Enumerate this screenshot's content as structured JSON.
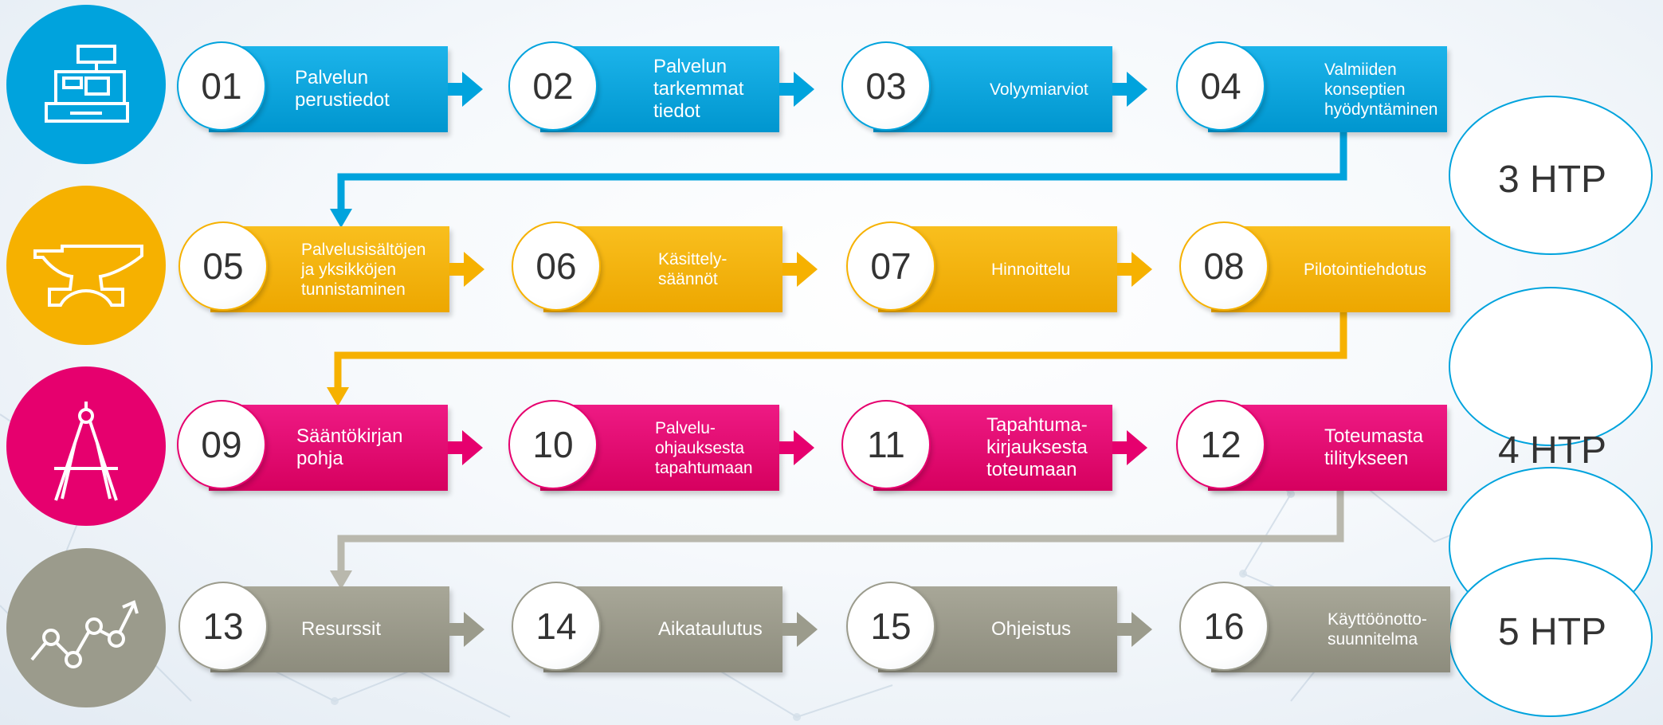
{
  "colors": {
    "blue": "#00a3dd",
    "yellow": "#f6b100",
    "magenta": "#e6006e",
    "grey": "#9b9b8c",
    "htp_border": "#00a3dd"
  },
  "stages": [
    {
      "icon": "cash-register-icon",
      "color": "#00a3dd"
    },
    {
      "icon": "anvil-icon",
      "color": "#f6b100"
    },
    {
      "icon": "compass-drawing-icon",
      "color": "#e6006e"
    },
    {
      "icon": "trend-chart-icon",
      "color": "#9b9b8c"
    }
  ],
  "rows": [
    {
      "color": "#00a3dd",
      "steps": [
        {
          "number": "01",
          "label": "Palvelun\nperustiedot"
        },
        {
          "number": "02",
          "label": "Palvelun\ntarkemmat\ntiedot"
        },
        {
          "number": "03",
          "label": "Volyymiarviot"
        },
        {
          "number": "04",
          "label": "Valmiiden\nkonseptien\nhyödyntäminen"
        }
      ]
    },
    {
      "color": "#f6b100",
      "steps": [
        {
          "number": "05",
          "label": "Palvelusisältöjen\nja yksikköjen\ntunnistaminen"
        },
        {
          "number": "06",
          "label": "Käsittely-\nsäännöt"
        },
        {
          "number": "07",
          "label": "Hinnoittelu"
        },
        {
          "number": "08",
          "label": "Pilotointiehdotus"
        }
      ]
    },
    {
      "color": "#e6006e",
      "steps": [
        {
          "number": "09",
          "label": "Sääntökirjan\npohja"
        },
        {
          "number": "10",
          "label": "Palvelu-\nohjauksesta\ntapahtumaan"
        },
        {
          "number": "11",
          "label": "Tapahtuma-\nkirjauksesta\ntoteumaan"
        },
        {
          "number": "12",
          "label": "Toteumasta\ntilitykseen"
        }
      ]
    },
    {
      "color": "#9b9b8c",
      "steps": [
        {
          "number": "13",
          "label": "Resurssit"
        },
        {
          "number": "14",
          "label": "Aikataulutus"
        },
        {
          "number": "15",
          "label": "Ohjeistus"
        },
        {
          "number": "16",
          "label": "Käyttöönotto-\nsuunnitelma"
        }
      ]
    }
  ],
  "htp": [
    "3 HTP",
    "4 HTP",
    "5 HTP"
  ]
}
